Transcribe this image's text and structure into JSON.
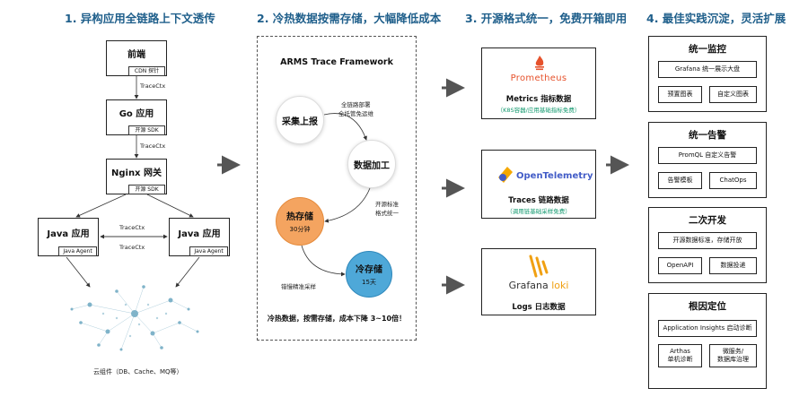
{
  "columns": {
    "c1": "1. 异构应用全链路上下文透传",
    "c2": "2. 冷热数据按需存储，大幅降低成本",
    "c3": "3. 开源格式统一，免费开箱即用",
    "c4": "4. 最佳实践沉淀，灵活扩展"
  },
  "panel1": {
    "frontend": {
      "title": "前端",
      "tag": "CDN 探针"
    },
    "go": {
      "title": "Go 应用",
      "tag": "开源 SDK"
    },
    "nginx": {
      "title": "Nginx 网关",
      "tag": "开源 SDK"
    },
    "java_left": {
      "title": "Java 应用",
      "tag": "Java Agent"
    },
    "java_right": {
      "title": "Java 应用",
      "tag": "Java Agent"
    },
    "tracectx": "TraceCtx",
    "cloud_caption": "云组件（DB、Cache、MQ等）"
  },
  "panel2": {
    "title": "ARMS Trace Framework",
    "collect": "采集上报",
    "collect_note_1": "全链路部署",
    "collect_note_2": "全托管免运维",
    "process": "数据加工",
    "process_note_1": "开源标准",
    "process_note_2": "格式统一",
    "hot": "热存储",
    "hot_sub": "30分钟",
    "cold": "冷存储",
    "cold_sub": "15天",
    "sample_note": "错慢精准采样",
    "footer": "冷热数据，按需存储，成本下降 3~10倍！"
  },
  "panel3": {
    "prom": {
      "logo": "Prometheus",
      "caption": "Metrics 指标数据",
      "sub": "（K8S容器/应用基础指标免费）"
    },
    "otel": {
      "logo": "OpenTelemetry",
      "caption": "Traces 链路数据",
      "sub": "（调用链基础采样免费）"
    },
    "loki": {
      "logo_a": "Grafana",
      "logo_b": "loki",
      "caption": "Logs 日志数据"
    }
  },
  "panel4": {
    "monitor": {
      "title": "统一监控",
      "wide": "Grafana 统一展示大盘",
      "a": "预置图表",
      "b": "自定义图表"
    },
    "alert": {
      "title": "统一告警",
      "wide": "PromQL 自定义告警",
      "a": "告警模板",
      "b": "ChatOps"
    },
    "dev": {
      "title": "二次开发",
      "wide": "开源数据标准，存储开放",
      "a": "OpenAPI",
      "b": "数据投递"
    },
    "root": {
      "title": "根因定位",
      "wide": "Application Insights 启动诊断",
      "a1": "Arthas",
      "a2": "单机诊断",
      "b1": "微服务/",
      "b2": "数据库治理"
    }
  },
  "colors": {
    "title": "#1f5f8b",
    "hot": "#f4a460",
    "cold": "#4ea8d8",
    "prom": "#e6522c",
    "otel_yellow": "#f5a800",
    "otel_blue": "#425cc7",
    "loki": "#f0a012",
    "sub_green": "#159a70"
  }
}
